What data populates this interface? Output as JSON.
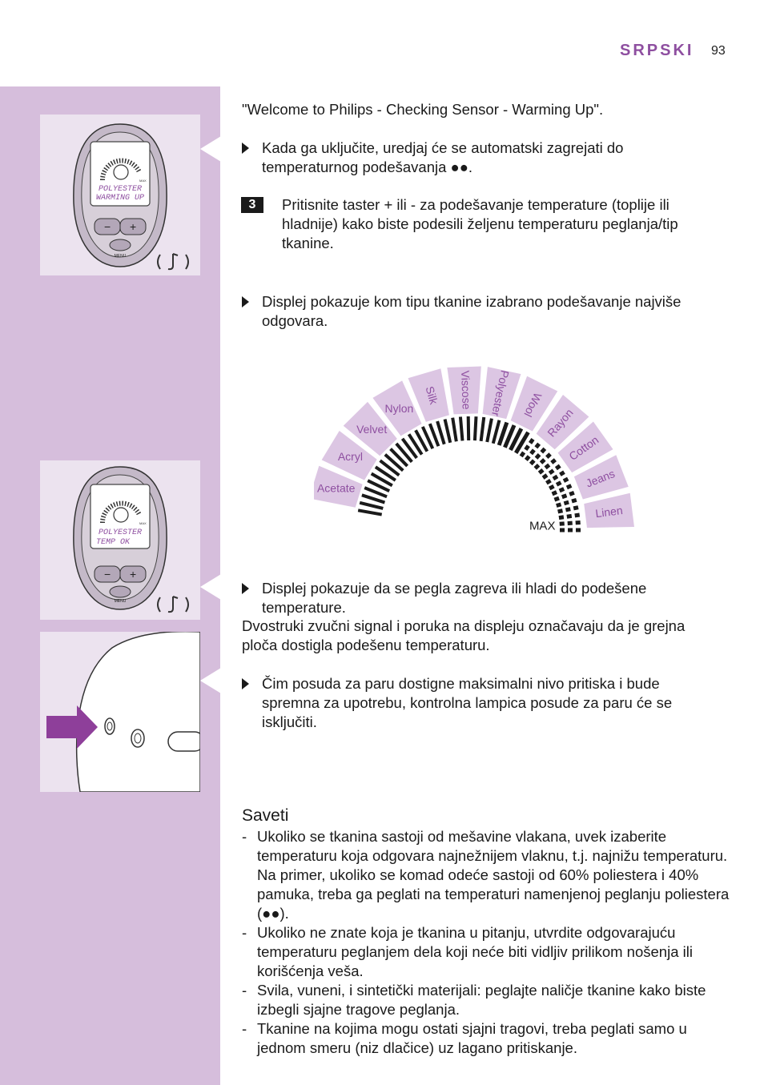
{
  "header": {
    "language": "SRPSKI",
    "page_number": "93"
  },
  "main": {
    "intro": "\"Welcome to Philips - Checking Sensor - Warming Up\".",
    "bullet1": "Kada ga uključite, uredjaj će se automatski zagrejati do temperaturnog podešavanja ●●.",
    "step3_number": "3",
    "step3_text": "Pritisnite taster + ili - za podešavanje temperature (toplije ili hladnije) kako biste podesili željenu temperaturu peglanja/tip tkanine.",
    "bullet2": "Displej pokazuje kom tipu tkanine izabrano podešavanje najviše odgovara.",
    "bullet3": "Displej pokazuje da se pegla zagreva ili hladi do podešene temperature.",
    "para": "Dvostruki zvučni signal i poruka na displeju označavaju da je grejna ploča dostigla podešenu temperaturu.",
    "bullet4": "Čim posuda za paru dostigne maksimalni nivo pritiska i bude spremna za upotrebu, kontrolna lampica posude za paru će se isključiti."
  },
  "figures": {
    "fig1": {
      "line1": "POLYESTER",
      "line2": "WARMING UP",
      "max": "MAX",
      "menu": "MENU",
      "minus": "−",
      "plus": "+"
    },
    "fig2": {
      "line1": "POLYESTER",
      "line2": "TEMP OK",
      "max": "MAX",
      "menu": "MENU",
      "minus": "−",
      "plus": "+"
    }
  },
  "dial": {
    "labels": [
      "Acetate",
      "Acryl",
      "Velvet",
      "Nylon",
      "Silk",
      "Viscose",
      "Polyester",
      "Wool",
      "Rayon",
      "Cotton",
      "Jeans",
      "Linen"
    ],
    "max_label": "MAX"
  },
  "saveti": {
    "title": "Saveti",
    "tips": [
      "Ukoliko se tkanina sastoji od mešavine vlakana, uvek izaberite temperaturu koja odgovara najnežnijem vlaknu, t.j. najnižu temperaturu. Na primer, ukoliko se komad odeće sastoji od 60% poliestera i 40% pamuka, treba ga peglati na temperaturi namenjenoj peglanju poliestera (●●).",
      "Ukoliko ne znate koja je tkanina u pitanju, utvrdite odgovarajuću temperaturu peglanjem dela koji neće biti vidljiv prilikom nošenja ili korišćenja veša.",
      "Svila, vuneni, i sintetički materijali: peglajte naličje tkanine kako biste izbegli sjajne tragove peglanja.",
      "Tkanine na kojima mogu ostati sjajni tragovi, treba peglati samo u jednom smeru (niz dlačice) uz lagano pritiskanje."
    ]
  },
  "colors": {
    "sidebar": "#d6bedc",
    "accent": "#8e4fa0",
    "panel": "#ece3ef",
    "label_bg": "#dcc6e3",
    "arrow": "#8e3f9a"
  },
  "icons": [
    "music-note-icon",
    "arrow-right-icon",
    "bullet-triangle-icon"
  ]
}
